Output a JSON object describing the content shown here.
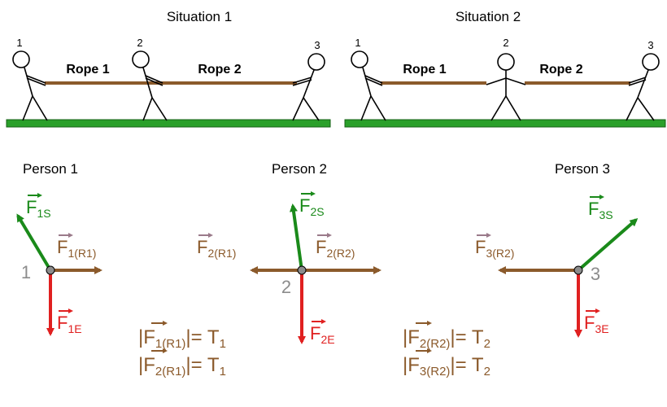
{
  "situations": [
    {
      "title": "Situation 1",
      "people": [
        "1",
        "2",
        "3"
      ],
      "rope_labels": [
        "Rope 1",
        "Rope 2"
      ]
    },
    {
      "title": "Situation 2",
      "people": [
        "1",
        "2",
        "3"
      ],
      "rope_labels": [
        "Rope 1",
        "Rope 2"
      ]
    }
  ],
  "persons": [
    {
      "title": "Person 1",
      "point_label": "1",
      "forces": [
        {
          "base": "F",
          "sub": "1S",
          "color": "#1a8a1a"
        },
        {
          "base": "F",
          "sub": "1(R1)",
          "color": "#8b5a2b"
        },
        {
          "base": "F",
          "sub": "1E",
          "color": "#e02020"
        }
      ]
    },
    {
      "title": "Person 2",
      "point_label": "2",
      "forces": [
        {
          "base": "F",
          "sub": "2S",
          "color": "#1a8a1a"
        },
        {
          "base": "F",
          "sub": "2(R1)",
          "color": "#8b5a2b"
        },
        {
          "base": "F",
          "sub": "2(R2)",
          "color": "#8b5a2b"
        },
        {
          "base": "F",
          "sub": "2E",
          "color": "#e02020"
        }
      ]
    },
    {
      "title": "Person 3",
      "point_label": "3",
      "forces": [
        {
          "base": "F",
          "sub": "3S",
          "color": "#1a8a1a"
        },
        {
          "base": "F",
          "sub": "3(R2)",
          "color": "#8b5a2b"
        },
        {
          "base": "F",
          "sub": "3E",
          "color": "#e02020"
        }
      ]
    }
  ],
  "equations": [
    {
      "base": "F",
      "sub": "1(R1)",
      "rhs": "T",
      "rhs_sub": "1"
    },
    {
      "base": "F",
      "sub": "2(R1)",
      "rhs": "T",
      "rhs_sub": "1"
    },
    {
      "base": "F",
      "sub": "2(R2)",
      "rhs": "T",
      "rhs_sub": "2"
    },
    {
      "base": "F",
      "sub": "3(R2)",
      "rhs": "T",
      "rhs_sub": "2"
    }
  ],
  "colors": {
    "ground": "#2aa02a",
    "rope": "#8b5a2b",
    "support": "#1a8a1a",
    "rope_force": "#8b5a2b",
    "earth": "#e02020",
    "point": "#8c8c8c",
    "equation": "#8b5a2b"
  }
}
